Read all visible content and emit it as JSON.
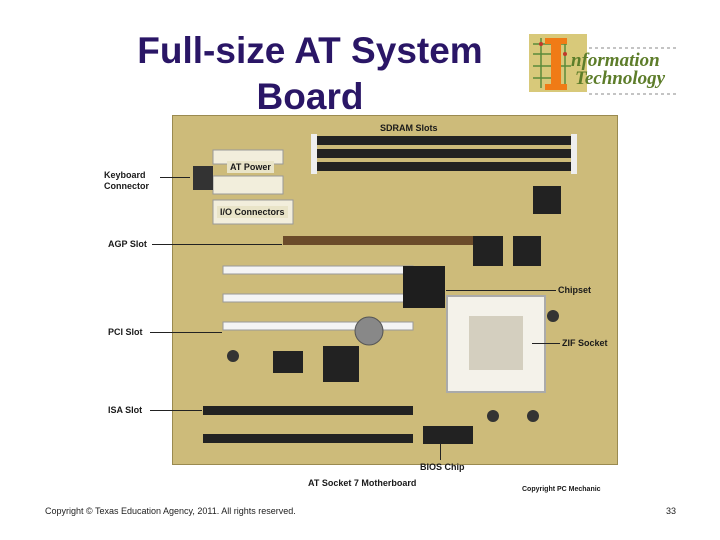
{
  "slide": {
    "title": "Full-size AT System Board",
    "footer": "Copyright © Texas Education Agency, 2011. All rights reserved.",
    "page_number": "33"
  },
  "logo": {
    "letter": "I",
    "line1": "nformation",
    "line2": "Technology"
  },
  "figure": {
    "labels": {
      "sdram": "SDRAM Slots",
      "keyboard_line1": "Keyboard",
      "keyboard_line2": "Connector",
      "at_power": "AT Power",
      "io_connectors": "I/O Connectors",
      "agp": "AGP Slot",
      "pci": "PCI Slot",
      "isa": "ISA Slot",
      "chipset": "Chipset",
      "zif": "ZIF Socket",
      "bios": "BIOS Chip",
      "caption": "AT Socket 7 Motherboard",
      "copyright": "Copyright PC Mechanic"
    }
  }
}
